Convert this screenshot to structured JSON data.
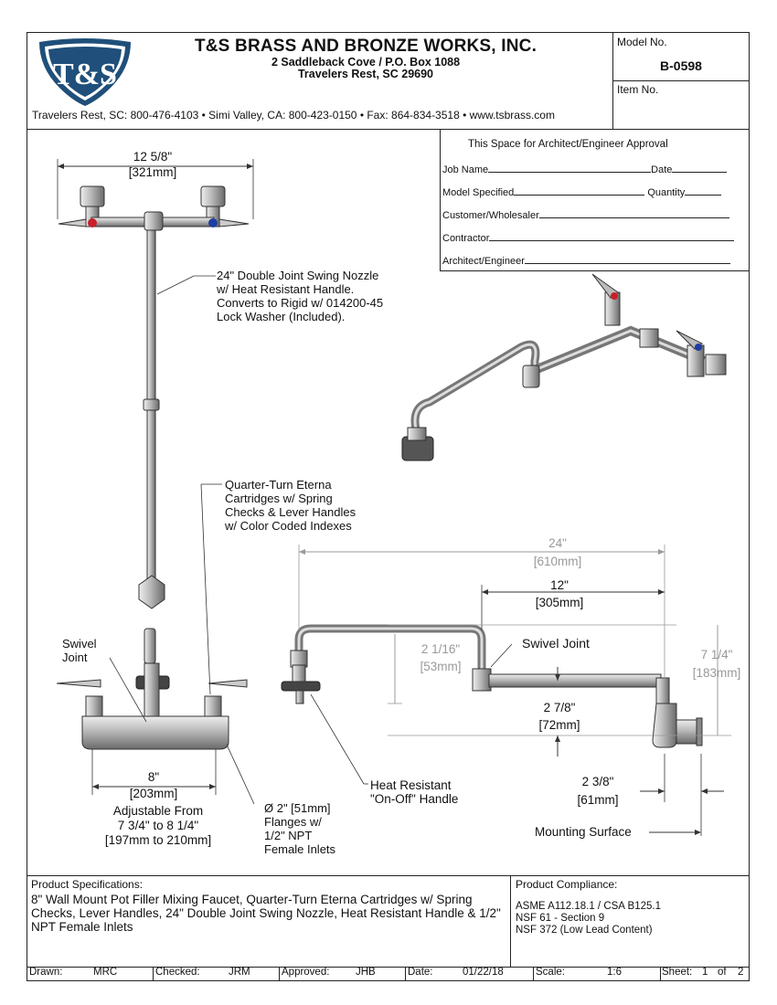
{
  "header": {
    "company": "T&S BRASS AND BRONZE WORKS, INC.",
    "address1": "2 Saddleback Cove / P.O. Box 1088",
    "address2": "Travelers Rest, SC  29690",
    "contact_line": "Travelers Rest, SC: 800-476-4103 • Simi Valley, CA: 800-423-0150 • Fax: 864-834-3518 • www.tsbrass.com",
    "logo_text": "T&S",
    "model_label": "Model No.",
    "model_value": "B-0598",
    "item_label": "Item No.",
    "logo_color": "#1f4f7a"
  },
  "approval": {
    "title": "This Space for Architect/Engineer Approval",
    "job_name": "Job Name",
    "date": "Date",
    "model_specified": "Model Specified",
    "quantity": "Quantity",
    "customer": "Customer/Wholesaler",
    "contractor": "Contractor",
    "architect": "Architect/Engineer"
  },
  "drawing": {
    "top_width_in": "12 5/8\"",
    "top_width_mm": "[321mm]",
    "nozzle_note": [
      "24\" Double Joint Swing Nozzle",
      "w/ Heat Resistant Handle.",
      "Converts to Rigid w/ 014200-45",
      "Lock Washer (Included)."
    ],
    "cartridge_note": [
      "Quarter-Turn Eterna",
      "Cartridges w/ Spring",
      "Checks & Lever Handles",
      "w/ Color Coded Indexes"
    ],
    "swivel_left": [
      "Swivel",
      "Joint"
    ],
    "front_width_in": "8\"",
    "front_width_mm": "[203mm]",
    "adjustable": [
      "Adjustable From",
      "7 3/4\" to 8 1/4\"",
      "[197mm to 210mm]"
    ],
    "flange_note": [
      "Ø 2\" [51mm]",
      "Flanges w/",
      "1/2\" NPT",
      "Female Inlets"
    ],
    "dim_24_in": "24\"",
    "dim_24_mm": "[610mm]",
    "dim_12_in": "12\"",
    "dim_12_mm": "[305mm]",
    "dim_2116_in": "2 1/16\"",
    "dim_2116_mm": "[53mm]",
    "swivel_right": "Swivel Joint",
    "dim_714_in": "7 1/4\"",
    "dim_714_mm": "[183mm]",
    "dim_278_in": "2 7/8\"",
    "dim_278_mm": "[72mm]",
    "heat_handle": [
      "Heat Resistant",
      "\"On-Off\" Handle"
    ],
    "dim_238_in": "2 3/8\"",
    "dim_238_mm": "[61mm]",
    "mounting": "Mounting Surface",
    "hot_color": "#c8202a",
    "cold_color": "#1e3fa0"
  },
  "specs": {
    "title": "Product Specifications:",
    "body": "8\" Wall Mount Pot Filler Mixing Faucet, Quarter-Turn Eterna Cartridges w/ Spring Checks, Lever Handles, 24\" Double Joint Swing Nozzle, Heat Resistant Handle & 1/2\" NPT Female Inlets"
  },
  "compliance": {
    "title": "Product Compliance:",
    "lines": [
      "ASME A112.18.1 / CSA B125.1",
      "NSF 61 - Section 9",
      "NSF 372 (Low Lead Content)"
    ]
  },
  "footer": {
    "drawn_label": "Drawn:",
    "drawn": "MRC",
    "checked_label": "Checked:",
    "checked": "JRM",
    "approved_label": "Approved:",
    "approved": "JHB",
    "date_label": "Date:",
    "date": "01/22/18",
    "scale_label": "Scale:",
    "scale": "1:6",
    "sheet_label": "Sheet:",
    "sheet": "1",
    "of": "of",
    "sheet_total": "2"
  }
}
